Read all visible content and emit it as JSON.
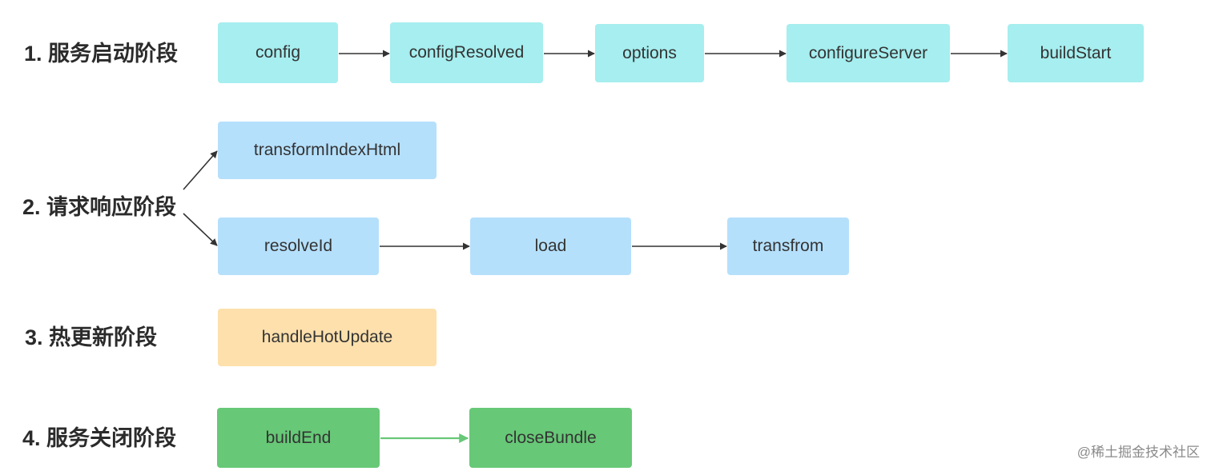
{
  "stages": [
    {
      "label": "1. 服务启动阶段"
    },
    {
      "label": "2. 请求响应阶段"
    },
    {
      "label": "3. 热更新阶段"
    },
    {
      "label": "4. 服务关闭阶段"
    }
  ],
  "nodes": {
    "config": "config",
    "configResolved": "configResolved",
    "options": "options",
    "configureServer": "configureServer",
    "buildStart": "buildStart",
    "transformIndexHtml": "transformIndexHtml",
    "resolveId": "resolveId",
    "load": "load",
    "transfrom": "transfrom",
    "handleHotUpdate": "handleHotUpdate",
    "buildEnd": "buildEnd",
    "closeBundle": "closeBundle"
  },
  "colors": {
    "startup": "#a6eeef",
    "request": "#b5e0fc",
    "hotUpdate": "#fde0ac",
    "shutdown": "#67c877",
    "arrow": "#333333",
    "arrowGreen": "#67c877"
  },
  "watermark": "@稀土掘金技术社区"
}
